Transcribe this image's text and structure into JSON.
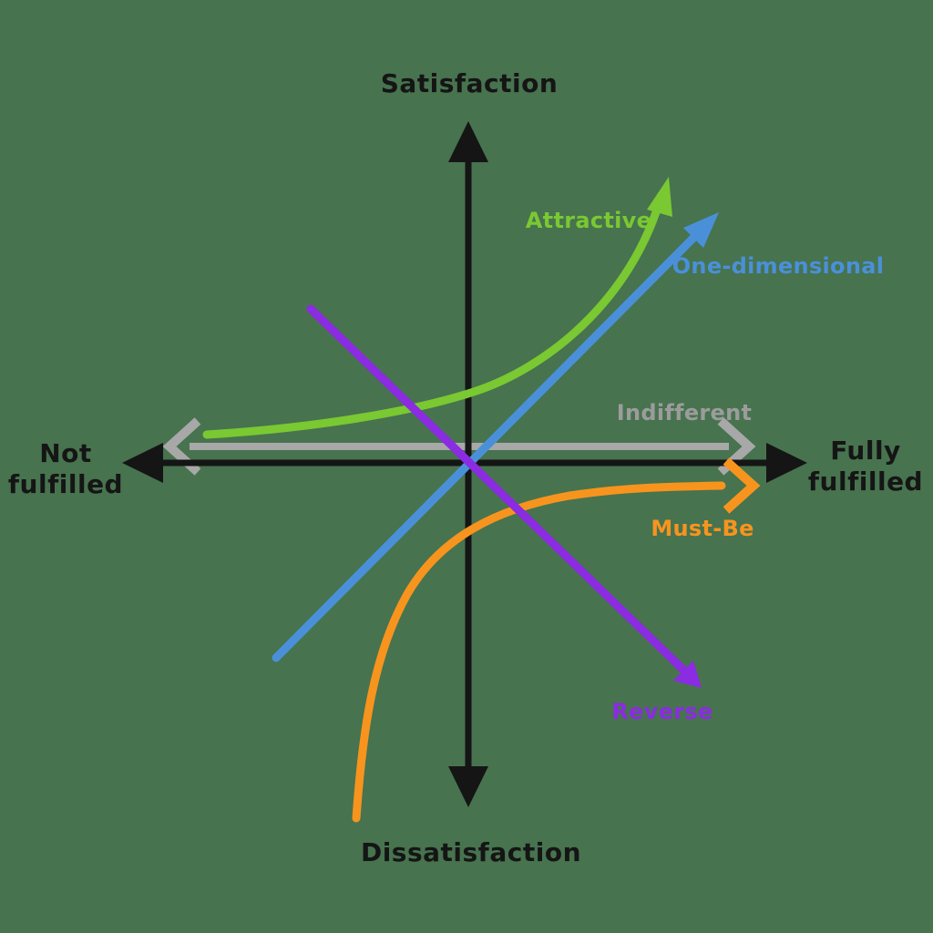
{
  "background_color": "#47734f",
  "diagram": {
    "type": "kano-model",
    "axis": {
      "color": "#151515",
      "top_label": "Satisfaction",
      "bottom_label": "Dissatisfaction",
      "left_label": [
        "Not",
        "fulfilled"
      ],
      "right_label": [
        "Fully",
        "fulfilled"
      ]
    },
    "curves": {
      "attractive": {
        "label": "Attractive",
        "color": "#7ac832",
        "shape": "exponential rising curve, upper half, arrow up-right"
      },
      "one_dimensional": {
        "label": "One-dimensional",
        "color": "#4a90d9",
        "shape": "straight diagonal line rising left-to-right, arrow up-right"
      },
      "indifferent": {
        "label": "Indifferent",
        "color": "#a8a8a8",
        "label_color": "#9c9c9c",
        "shape": "horizontal double-headed arrow just above horizontal axis"
      },
      "must_be": {
        "label": "Must-Be",
        "color": "#f7941e",
        "shape": "saturating curve in lower half, arrow pointing right"
      },
      "reverse": {
        "label": "Reverse",
        "color": "#8b2be2",
        "shape": "straight diagonal line falling left-to-right, arrow down-right"
      }
    }
  }
}
